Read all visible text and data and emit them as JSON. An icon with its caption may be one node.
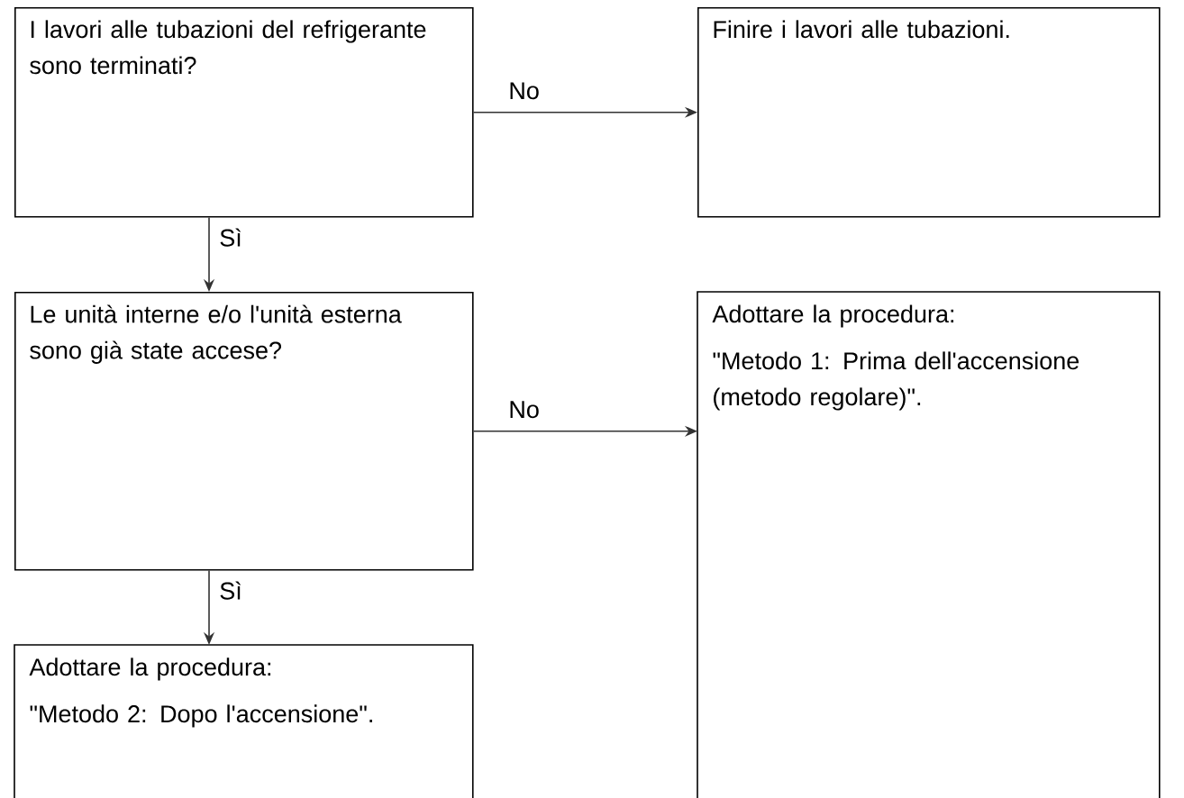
{
  "diagram": {
    "nodes": [
      {
        "text": [
          "I lavori alle tubazioni del refrigerante sono terminati?"
        ]
      },
      {
        "text": [
          "Finire i lavori alle tubazioni."
        ]
      },
      {
        "text": [
          "Le unità interne e/o l'unità esterna sono già state accese?"
        ]
      },
      {
        "text": [
          "Adottare la procedura:",
          "\"Metodo 1: Prima dell'accensione (metodo regolare)\"."
        ]
      },
      {
        "text": [
          "Adottare la procedura:",
          "\"Metodo 2: Dopo l'accensione\"."
        ]
      }
    ],
    "edges": [
      {
        "from": 0,
        "to": 1,
        "arrow": "to",
        "label": "No"
      },
      {
        "from": 0,
        "to": 2,
        "arrow": "to",
        "label": "Sì"
      },
      {
        "from": 2,
        "to": 3,
        "arrow": "to",
        "label": "No"
      },
      {
        "from": 2,
        "to": 4,
        "arrow": "to",
        "label": "Sì"
      }
    ]
  }
}
